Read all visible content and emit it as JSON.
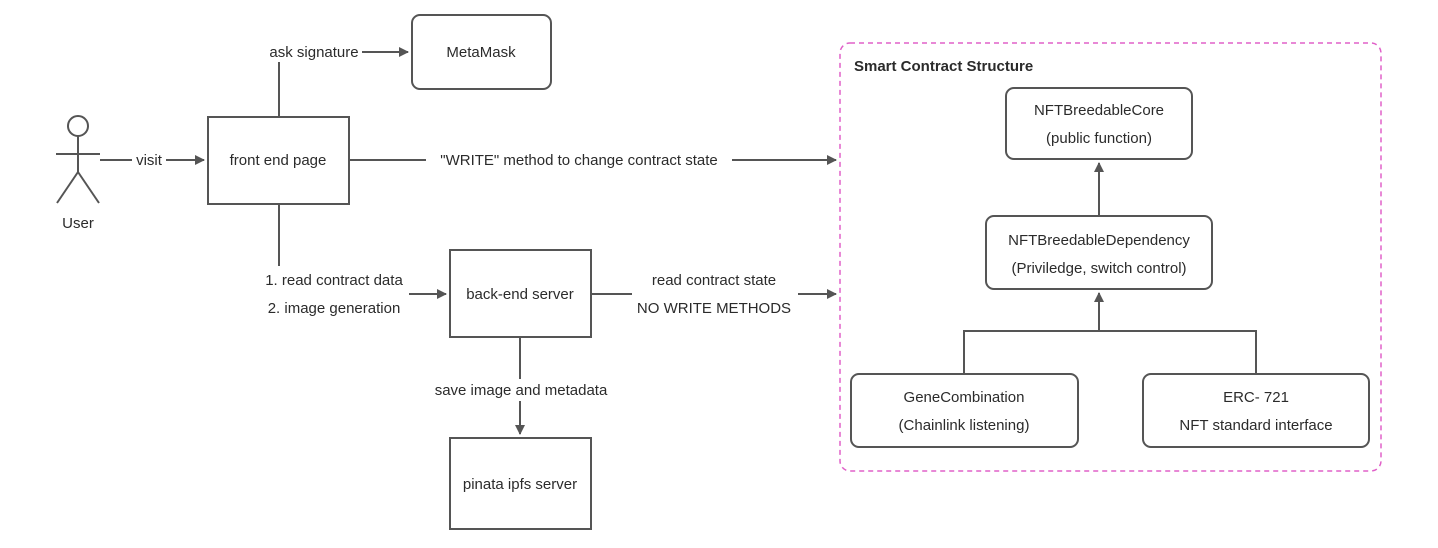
{
  "actors": {
    "user": "User"
  },
  "nodes": {
    "metamask": "MetaMask",
    "front_end": "front end page",
    "back_end": "back-end server",
    "pinata": "pinata ipfs server",
    "core_line1": "NFTBreedableCore",
    "core_line2": "(public function)",
    "dependency_line1": "NFTBreedableDependency",
    "dependency_line2": "(Priviledge, switch control)",
    "gene_line1": "GeneCombination",
    "gene_line2": "(Chainlink listening)",
    "erc_line1": "ERC- 721",
    "erc_line2": "NFT standard interface"
  },
  "edges": {
    "visit": "visit",
    "ask_signature": "ask signature",
    "write_method": "\"WRITE\" method to change contract state",
    "read_contract_data": "1. read contract data",
    "image_generation": "2. image generation",
    "read_contract_state": "read contract state",
    "no_write_methods": "NO WRITE METHODS",
    "save_image": "save image and metadata"
  },
  "group": {
    "title": "Smart Contract Structure"
  },
  "colors": {
    "stroke": "#555555",
    "group_border": "#e060c8",
    "text": "#2b2b2b"
  }
}
